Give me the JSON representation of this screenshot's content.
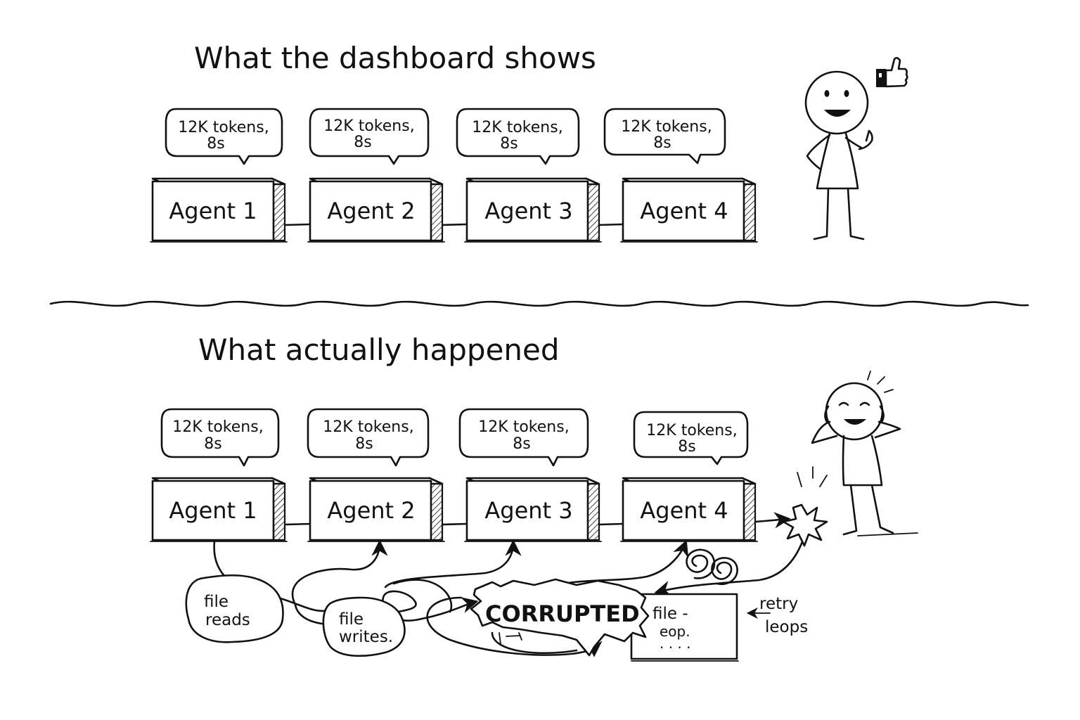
{
  "top": {
    "title": "What the dashboard shows",
    "agents": [
      {
        "label": "Agent 1",
        "stat_line1": "12K tokens,",
        "stat_line2": "8s"
      },
      {
        "label": "Agent 2",
        "stat_line1": "12K tokens,",
        "stat_line2": "8s"
      },
      {
        "label": "Agent 3",
        "stat_line1": "12K tokens,",
        "stat_line2": "8s"
      },
      {
        "label": "Agent 4",
        "stat_line1": "12K tokens,",
        "stat_line2": "8s"
      }
    ]
  },
  "bottom": {
    "title": "What actually happened",
    "agents": [
      {
        "label": "Agent 1",
        "stat_line1": "12K tokens,",
        "stat_line2": "8s"
      },
      {
        "label": "Agent 2",
        "stat_line1": "12K tokens,",
        "stat_line2": "8s"
      },
      {
        "label": "Agent 3",
        "stat_line1": "12K tokens,",
        "stat_line2": "8s"
      },
      {
        "label": "Agent 4",
        "stat_line1": "12K tokens,",
        "stat_line2": "8s"
      }
    ],
    "file_reads": {
      "line1": "file",
      "line2": "reads"
    },
    "file_writes": {
      "line1": "file",
      "line2": "writes."
    },
    "corrupted": "CORRUPTED",
    "file_box": {
      "line1": "file -",
      "line2": "eop.",
      "line3": ". . . ."
    },
    "retry": {
      "line1": "retry",
      "line2": "leops"
    }
  },
  "icons": {
    "thumbs_up": "thumbs-up-icon",
    "spiral": "spiral-icon",
    "explosion": "explosion-icon"
  }
}
